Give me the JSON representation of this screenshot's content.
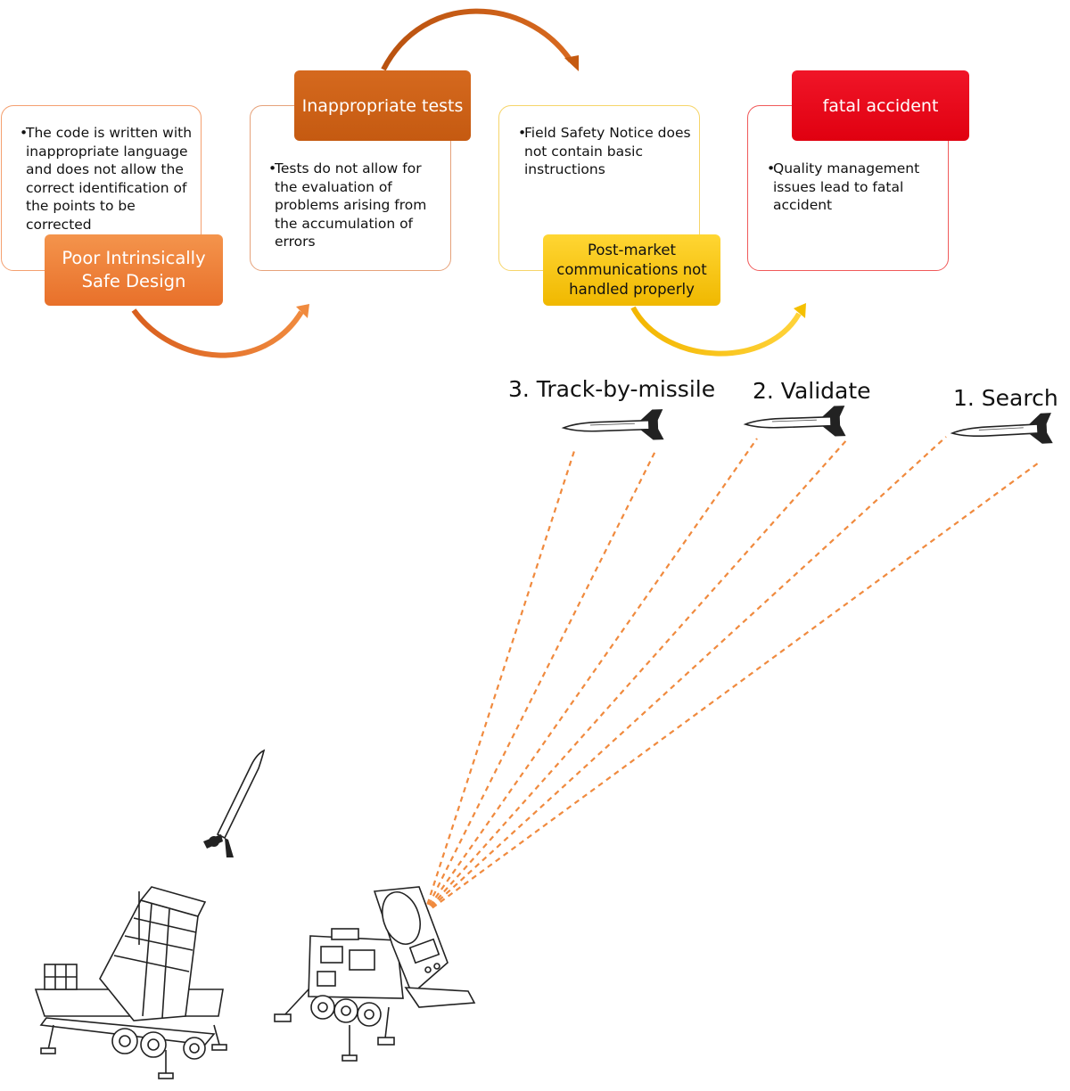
{
  "steps": [
    {
      "label": "Poor Intrinsically Safe Design",
      "body": "The code is written with inappropriate language and does not allow the correct identification of the points to be corrected",
      "accent": "#E8702A"
    },
    {
      "label": "Inappropriate tests",
      "body": "Tests do not allow for the evaluation of problems arising from the accumulation of errors",
      "accent": "#C55A11"
    },
    {
      "label": "Post-market communications not handled properly",
      "body": "Field Safety Notice does not contain basic instructions",
      "accent": "#F5C000"
    },
    {
      "label": "fatal accident",
      "body": "Quality management issues lead to fatal accident",
      "accent": "#E8001A"
    }
  ],
  "bullet": "•",
  "stages": {
    "search": "1. Search",
    "validate": "2. Validate",
    "track": "3. Track-by-missile"
  },
  "beam_color": "#F08A3E",
  "icons": [
    "curved-arrow-icon",
    "missile-icon",
    "missile-launcher-icon",
    "radar-truck-icon"
  ]
}
